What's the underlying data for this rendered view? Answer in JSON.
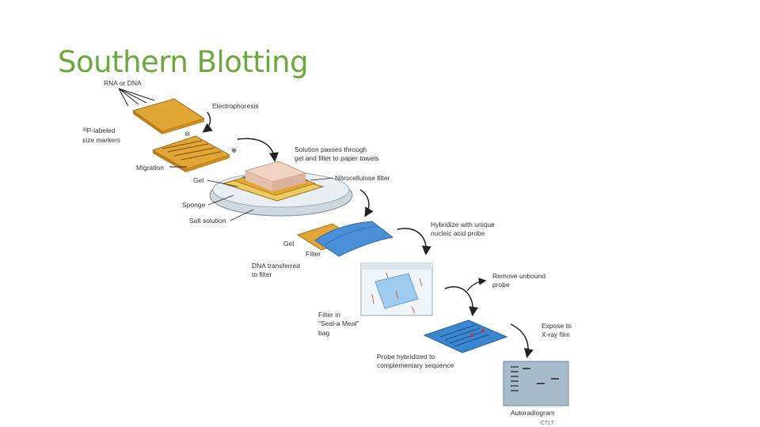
{
  "slide": {
    "title": "Southern Blotting"
  },
  "figure": {
    "labels": {
      "rna_dna": "RNA or DNA",
      "size_markers_l1": "³²P-labeled",
      "size_markers_l2": "size markers",
      "electrophoresis": "Electrophoresis",
      "minus_sign": "⊖",
      "plus_sign": "⊕",
      "migration": "Migration",
      "solution_l1": "Solution passes through",
      "solution_l2": "gel and filter to paper towels",
      "nitrocellulose": "Nitrocellulose filter",
      "gel_1": "Gel",
      "sponge": "Sponge",
      "salt_solution": "Salt solution",
      "hybridize_l1": "Hybridize with unique",
      "hybridize_l2": "nucleic acid probe",
      "gel_2": "Gel",
      "filter": "Filter",
      "dna_transferred_l1": "DNA transferred",
      "dna_transferred_l2": "to filter",
      "remove_unbound_l1": "Remove unbound",
      "remove_unbound_l2": "probe",
      "seal_bag_l1": "Filter in",
      "seal_bag_l2": "\"Seal-a Meal\"",
      "seal_bag_l3": "bag",
      "expose_l1": "Expose to",
      "expose_l2": "X-ray film",
      "probe_hybridized_l1": "Probe hybridized to",
      "probe_hybridized_l2": "complementary sequence",
      "autoradiogram": "Autoradiogram",
      "credit": "CTLT"
    }
  }
}
